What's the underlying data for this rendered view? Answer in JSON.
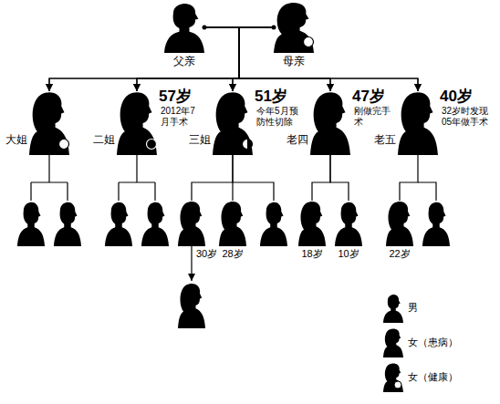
{
  "diagram": {
    "nodes": [
      {
        "text": [
          "父亲"
        ]
      },
      {
        "text": [
          "母亲"
        ]
      },
      {
        "text": [
          "大姐"
        ]
      },
      {
        "text": [
          "二姐",
          "57岁",
          "2012年7月手术"
        ]
      },
      {
        "text": [
          "三姐",
          "51岁",
          "今年5月预防性切除"
        ]
      },
      {
        "text": [
          "老四",
          "47岁",
          "刚做完手术"
        ]
      },
      {
        "text": [
          "老五",
          "40岁",
          "32岁时发现05年做手术"
        ]
      },
      {
        "text": [
          "30岁"
        ]
      },
      {
        "text": [
          "28岁"
        ]
      },
      {
        "text": [
          "18岁"
        ]
      },
      {
        "text": [
          "10岁"
        ]
      },
      {
        "text": [
          "22岁"
        ]
      }
    ],
    "edges": [
      {
        "from": 0,
        "to": 1,
        "arrow": "none"
      },
      {
        "from": 0,
        "to": 2,
        "arrow": "to"
      },
      {
        "from": 0,
        "to": 3,
        "arrow": "to"
      },
      {
        "from": 0,
        "to": 4,
        "arrow": "to"
      },
      {
        "from": 0,
        "to": 5,
        "arrow": "to"
      },
      {
        "from": 0,
        "to": 6,
        "arrow": "to"
      },
      {
        "from": 1,
        "to": 2,
        "arrow": "to"
      },
      {
        "from": 1,
        "to": 3,
        "arrow": "to"
      },
      {
        "from": 1,
        "to": 4,
        "arrow": "to"
      },
      {
        "from": 1,
        "to": 5,
        "arrow": "to"
      },
      {
        "from": 1,
        "to": 6,
        "arrow": "to"
      },
      {
        "from": 4,
        "to": 7,
        "arrow": "none"
      },
      {
        "from": 4,
        "to": 8,
        "arrow": "none"
      },
      {
        "from": 5,
        "to": 9,
        "arrow": "none"
      },
      {
        "from": 5,
        "to": 10,
        "arrow": "none"
      },
      {
        "from": 6,
        "to": 11,
        "arrow": "none"
      }
    ],
    "legend": [
      {
        "text": "男"
      },
      {
        "text": "女（患病）"
      },
      {
        "text": "女（健康）"
      }
    ]
  }
}
